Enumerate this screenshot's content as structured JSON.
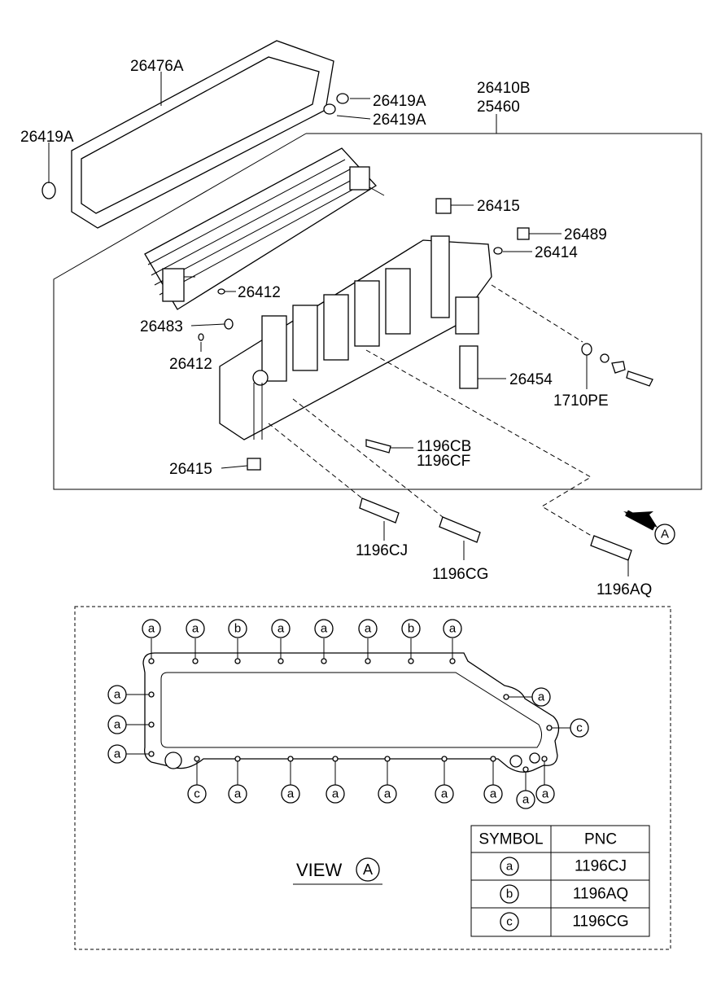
{
  "part_labels": {
    "p26476A": "26476A",
    "p26419A_top1": "26419A",
    "p26419A_top2": "26419A",
    "p26419A_left": "26419A",
    "p26410B": "26410B",
    "p25460": "25460",
    "p26415_top": "26415",
    "p26489": "26489",
    "p26414": "26414",
    "p26412_a": "26412",
    "p26483": "26483",
    "p26412_b": "26412",
    "p26454": "26454",
    "p1710PE": "1710PE",
    "p1196CB": "1196CB",
    "p1196CF": "1196CF",
    "p26415_bot": "26415",
    "p1196CJ": "1196CJ",
    "p1196CG": "1196CG",
    "p1196AQ": "1196AQ"
  },
  "view_arrow_letter": "A",
  "view": {
    "title_word": "VIEW",
    "title_letter": "A",
    "top_symbols": [
      "a",
      "a",
      "b",
      "a",
      "a",
      "a",
      "b",
      "a"
    ],
    "left_symbols": [
      "a",
      "a",
      "a"
    ],
    "right_symbols": [
      "a",
      "c"
    ],
    "bottom_symbols": [
      "c",
      "a",
      "a",
      "a",
      "a",
      "a",
      "a",
      "a",
      "a"
    ]
  },
  "legend": {
    "header_symbol": "SYMBOL",
    "header_pnc": "PNC",
    "rows": [
      {
        "symbol": "a",
        "pnc": "1196CJ"
      },
      {
        "symbol": "b",
        "pnc": "1196AQ"
      },
      {
        "symbol": "c",
        "pnc": "1196CG"
      }
    ]
  }
}
